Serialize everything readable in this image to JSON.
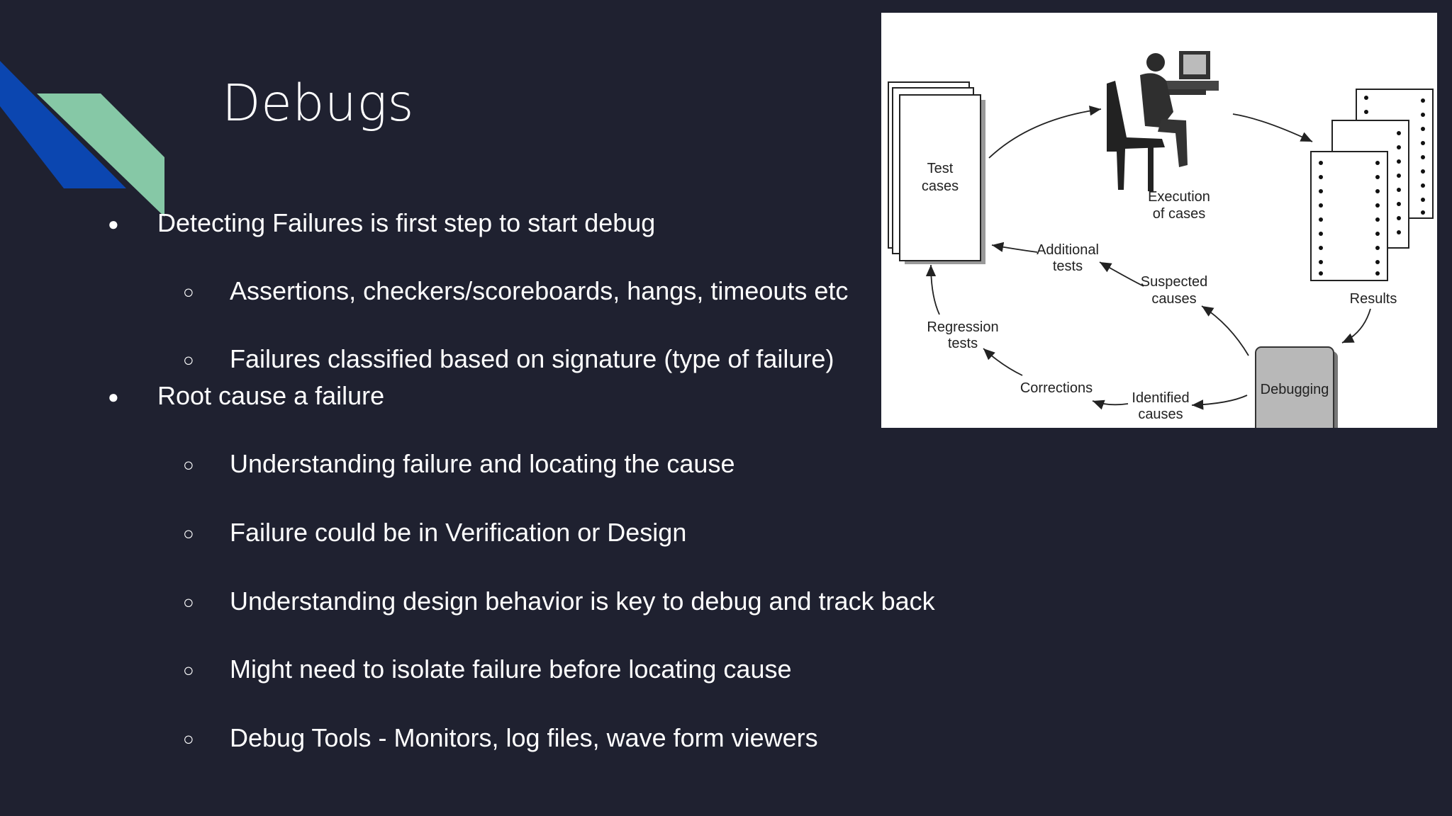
{
  "slide": {
    "title": "Debugs",
    "bullets": [
      {
        "level": 1,
        "text": "Detecting Failures is first step  to start debug"
      },
      {
        "level": 2,
        "text": "Assertions, checkers/scoreboards,  hangs, timeouts etc"
      },
      {
        "level": 2,
        "text": "Failures classified based on  signature (type of failure)"
      },
      {
        "level": 1,
        "text": "Root cause a failure"
      },
      {
        "level": 2,
        "text": "Understanding failure  and locating the  cause"
      },
      {
        "level": 2,
        "text": "Failure could be in  Verification  or Design"
      },
      {
        "level": 2,
        "text": "Understanding design behavior is  key  to debug and track back"
      },
      {
        "level": 2,
        "text": "Might need to  isolate failure before locating cause"
      },
      {
        "level": 2,
        "text": "Debug  Tools   -  Monitors,  log files,  wave form viewers"
      }
    ],
    "markers": {
      "level1": "●",
      "level2": "○"
    }
  },
  "figure": {
    "test_cases": "Test",
    "test_cases_2": "cases",
    "execution": "Execution",
    "execution_2": "of cases",
    "results": "Results",
    "debugging": "Debugging",
    "additional": "Additional",
    "additional_2": "tests",
    "suspected": "Suspected",
    "suspected_2": "causes",
    "regression": "Regression",
    "regression_2": "tests",
    "corrections": "Corrections",
    "identified": "Identified",
    "identified_2": "causes"
  },
  "colors": {
    "background": "#1f2130",
    "accent_blue": "#0b46b0",
    "accent_green": "#86c8a6"
  }
}
